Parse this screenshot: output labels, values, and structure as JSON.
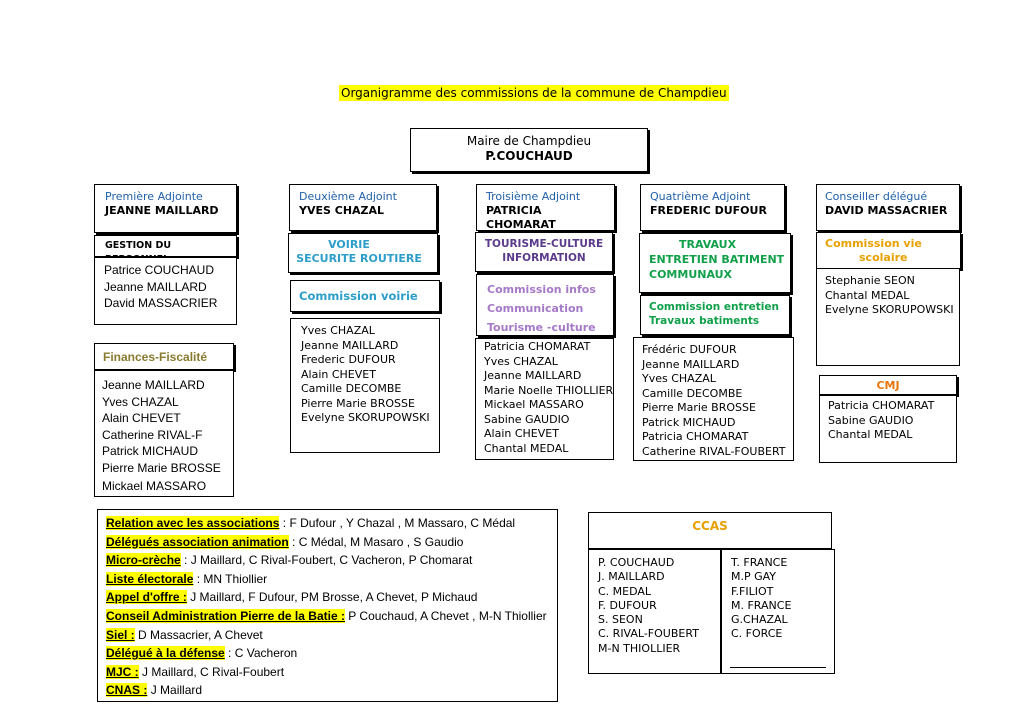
{
  "title": "Organigramme des commissions de la commune de Champdieu",
  "maire": {
    "role": "Maire de Champdieu",
    "name": "P.COUCHAUD"
  },
  "colors": {
    "highlight": "#ffff00",
    "blue": "#1f5fa8",
    "teal": "#2c9ec9",
    "purple": "#a679c8",
    "green": "#10a04a",
    "orange": "#e8a000",
    "olive": "#8a7a2e"
  },
  "col1": {
    "role": "Première Adjointe",
    "name": "JEANNE MAILLARD",
    "commission": "GESTION DU PERSONNEL",
    "members": [
      "Patrice COUCHAUD",
      "Jeanne MAILLARD",
      "David MASSACRIER"
    ],
    "finances_title": "Finances-Fiscalité",
    "finances_members": [
      "Jeanne MAILLARD",
      "Yves CHAZAL",
      "Alain CHEVET",
      "Catherine RIVAL-F",
      "Patrick MICHAUD",
      "Pierre Marie BROSSE",
      "Mickael MASSARO"
    ]
  },
  "col2": {
    "role": "Deuxième Adjoint",
    "name": "YVES  CHAZAL",
    "commission_line1": "VOIRIE",
    "commission_line2": "SECURITE ROUTIERE",
    "sub": "Commission voirie",
    "members": [
      "Yves CHAZAL",
      "Jeanne MAILLARD",
      "Frederic DUFOUR",
      "Alain CHEVET",
      "Camille DECOMBE",
      "Pierre Marie BROSSE",
      "Evelyne SKORUPOWSKI"
    ]
  },
  "col3": {
    "role": "Troisième Adjoint",
    "name": "PATRICIA CHOMARAT",
    "commission_line1": "TOURISME-CULTURE",
    "commission_line2": "INFORMATION",
    "subs": [
      "Commission infos",
      "Communication",
      "Tourisme -culture"
    ],
    "members": [
      "Patricia CHOMARAT",
      "Yves CHAZAL",
      "Jeanne MAILLARD",
      "Marie Noelle THIOLLIER",
      "Mickael MASSARO",
      "Sabine GAUDIO",
      "Alain CHEVET",
      "Chantal MEDAL"
    ]
  },
  "col4": {
    "role": "Quatrième Adjoint",
    "name": "FREDERIC DUFOUR",
    "commission_line1": "TRAVAUX",
    "commission_line2": "ENTRETIEN BATIMENT",
    "commission_line3": "COMMUNAUX",
    "sub_line1": "Commission entretien",
    "sub_line2": "Travaux batiments",
    "members": [
      "Frédéric  DUFOUR",
      "Jeanne MAILLARD",
      "Yves CHAZAL",
      "Camille DECOMBE",
      "Pierre Marie BROSSE",
      "Patrick MICHAUD",
      "Patricia CHOMARAT",
      "Catherine RIVAL-FOUBERT"
    ]
  },
  "col5": {
    "role": "Conseiller délégué",
    "name": "DAVID MASSACRIER",
    "commission_line1": "Commission vie",
    "commission_line2": "scolaire",
    "members": [
      "Stephanie SEON",
      "Chantal MEDAL",
      "Evelyne SKORUPOWSKI"
    ],
    "cmj_title": "CMJ",
    "cmj_members": [
      "Patricia CHOMARAT",
      "Sabine GAUDIO",
      "Chantal MEDAL"
    ]
  },
  "associations": [
    {
      "label": "Relation avec les associations",
      "sep": " : ",
      "text": "F Dufour , Y Chazal , M Massaro, C Médal"
    },
    {
      "label": "Délégués association animation",
      "sep": " : ",
      "text": "C Médal, M Masaro , S Gaudio"
    },
    {
      "label": "Micro-crèche",
      "sep": " : ",
      "text": "J Maillard,  C Rival-Foubert, C Vacheron, P Chomarat"
    },
    {
      "label": "Liste électorale",
      "sep": " : ",
      "text": "MN Thiollier"
    },
    {
      "label": "Appel d'offre :",
      "sep": " ",
      "text": "J Maillard, F Dufour, PM Brosse, A Chevet,  P Michaud"
    },
    {
      "label": "Conseil Administration Pierre de la Batie :",
      "sep": " ",
      "text": "P Couchaud, A Chevet , M-N Thiollier"
    },
    {
      "label": "Siel :",
      "sep": " ",
      "text": "D Massacrier, A Chevet"
    },
    {
      "label": "Délégué à la défense",
      "sep": "  :  ",
      "text": "C Vacheron"
    },
    {
      "label": "MJC :",
      "sep": " ",
      "text": "J Maillard, C Rival-Foubert"
    },
    {
      "label": "CNAS :",
      "sep": " ",
      "text": "J Maillard"
    }
  ],
  "ccas": {
    "title": "CCAS",
    "left": [
      "P. COUCHAUD",
      "J. MAILLARD",
      "C. MEDAL",
      "F. DUFOUR",
      "S. SEON",
      "C. RIVAL-FOUBERT",
      "M-N THIOLLIER"
    ],
    "right": [
      "T. FRANCE",
      "M.P GAY",
      "F.FILIOT",
      "M. FRANCE",
      "G.CHAZAL",
      "C. FORCE"
    ]
  }
}
